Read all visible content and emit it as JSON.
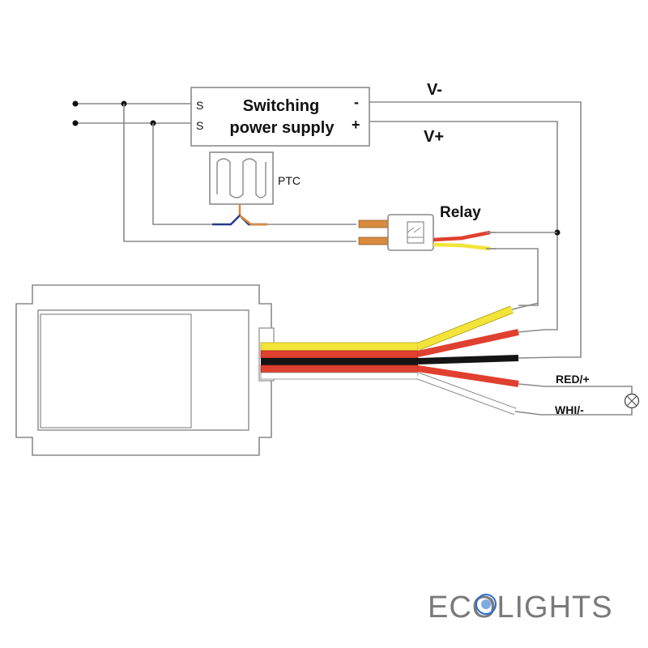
{
  "psu": {
    "title_line1": "Switching",
    "title_line2": "power supply",
    "ac_symbol": "S",
    "minus": "-",
    "plus": "+"
  },
  "labels": {
    "v_minus": "V-",
    "v_plus": "V+",
    "ptc": "PTC",
    "relay": "Relay",
    "red_plus": "RED/+",
    "whi_minus": "WHI/-"
  },
  "logo": {
    "text": "ECOLIGHTS"
  },
  "colors": {
    "wire_yellow": "#f3e43a",
    "wire_red": "#e0402f",
    "wire_black": "#141414",
    "wire_white": "#ffffff",
    "wire_orange": "#d98a3c",
    "wire_blue": "#233a8c",
    "outline": "#8a8a8a",
    "logo_gray": "#7a7a7a",
    "logo_blue": "#2a6fd1"
  }
}
